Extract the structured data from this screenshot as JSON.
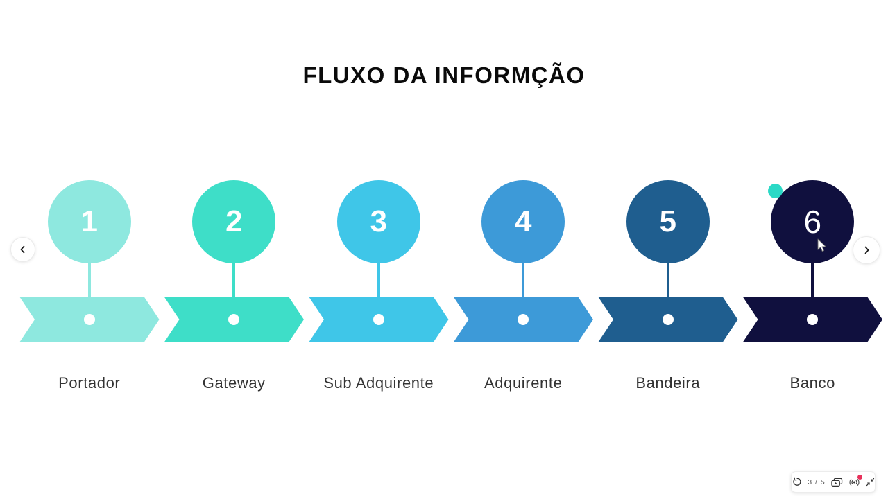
{
  "slide": {
    "title": "FLUXO DA INFORMÇÃO",
    "steps": [
      {
        "number": "1",
        "label": "Portador",
        "color": "#8EE8DF"
      },
      {
        "number": "2",
        "label": "Gateway",
        "color": "#3EDEC8"
      },
      {
        "number": "3",
        "label": "Sub Adquirente",
        "color": "#3FC6E8"
      },
      {
        "number": "4",
        "label": "Adquirente",
        "color": "#3D9AD8"
      },
      {
        "number": "5",
        "label": "Bandeira",
        "color": "#1F5E8F"
      },
      {
        "number": "6",
        "label": "Banco",
        "color": "#10103E"
      }
    ],
    "accent_dot_color": "#2BD9C6"
  },
  "carousel": {
    "prev_icon": "chevron-left",
    "next_icon": "chevron-right"
  },
  "toolbar": {
    "page_indicator": "3 / 5",
    "restart_icon": "restart-arrow",
    "present_icon": "slides-play",
    "broadcast_icon": "live-broadcast",
    "badge_color": "#E8315B",
    "collapse_icon": "collapse-arrows"
  },
  "cursor_icon": "mouse-pointer"
}
